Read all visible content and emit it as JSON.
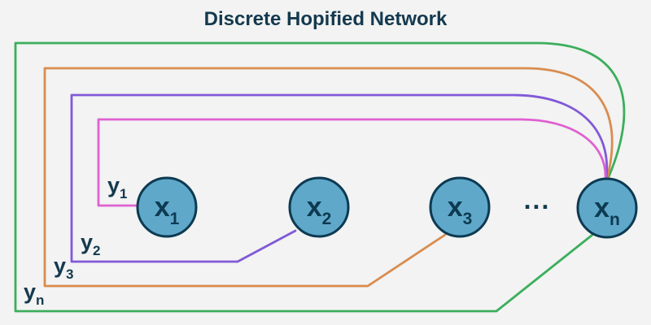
{
  "title": "Discrete Hopified Network",
  "colors": {
    "background": "#f2f3f2",
    "text": "#14394f",
    "node_fill": "#5fa8c9",
    "node_stroke": "#0d3a52",
    "loop_y1": "#e060d0",
    "loop_y2": "#8159d8",
    "loop_y3": "#d98c4f",
    "loop_yn": "#3cae5c"
  },
  "diagram": {
    "ellipsis": "...",
    "nodes": [
      {
        "base": "x",
        "sub": "1"
      },
      {
        "base": "x",
        "sub": "2"
      },
      {
        "base": "x",
        "sub": "3"
      },
      {
        "base": "x",
        "sub": "n"
      }
    ],
    "loops": [
      {
        "base": "y",
        "sub": "1",
        "color": "#e060d0",
        "from": "x_n",
        "to": "x_1"
      },
      {
        "base": "y",
        "sub": "2",
        "color": "#8159d8",
        "from": "x_n",
        "to": "x_2"
      },
      {
        "base": "y",
        "sub": "3",
        "color": "#d98c4f",
        "from": "x_n",
        "to": "x_3"
      },
      {
        "base": "y",
        "sub": "n",
        "color": "#3cae5c",
        "from": "x_n",
        "to": "x_n"
      }
    ]
  }
}
